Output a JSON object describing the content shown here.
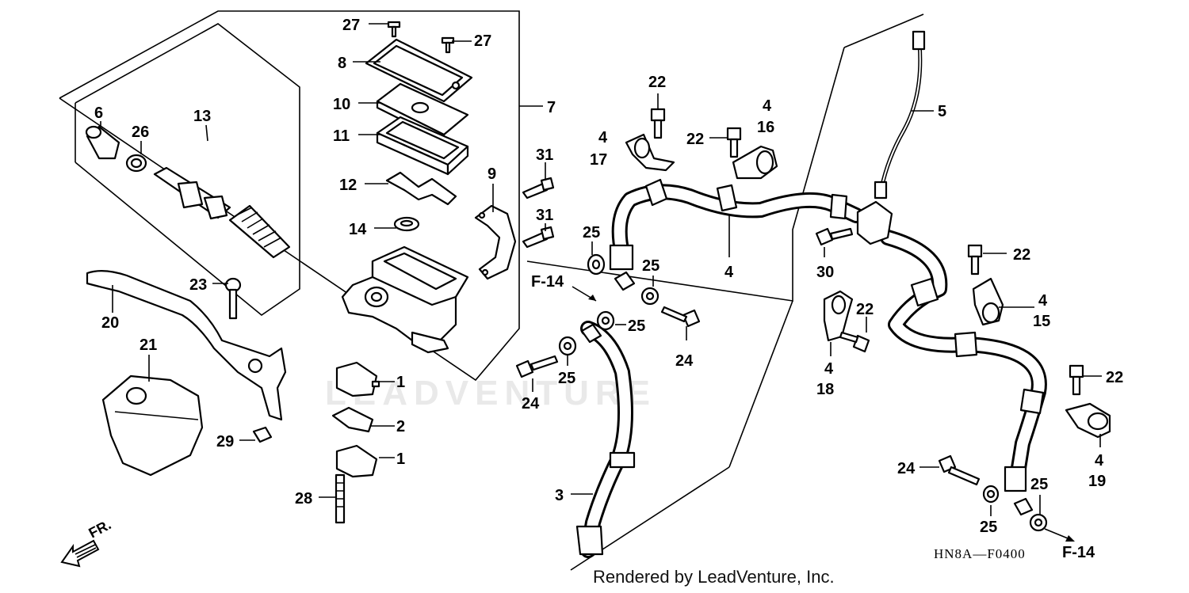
{
  "watermark": "LEADVENTURE",
  "footer": "Rendered by LeadVenture, Inc.",
  "diagram_code": "HN8A—F0400",
  "front_label": "FR.",
  "labels": {
    "l27a": "27",
    "l27b": "27",
    "l8": "8",
    "l10": "10",
    "l11": "11",
    "l12": "12",
    "l14": "14",
    "l9": "9",
    "l7": "7",
    "l13": "13",
    "l6": "6",
    "l26": "26",
    "l31a": "31",
    "l31b": "31",
    "l23": "23",
    "l20": "20",
    "l21": "21",
    "l29": "29",
    "l28": "28",
    "l1a": "1",
    "l2": "2",
    "l1b": "1",
    "f14a": "F-14",
    "f14b": "F-14",
    "l25a": "25",
    "l25b": "25",
    "l25c": "25",
    "l25d": "25",
    "l25e": "25",
    "l25f": "25",
    "l24a": "24",
    "l24b": "24",
    "l24c": "24",
    "l3": "3",
    "l4a": "4",
    "l17": "17",
    "l22a": "22",
    "l22b": "22",
    "l4b": "4",
    "l16": "16",
    "l4c": "4",
    "l5": "5",
    "l30": "30",
    "l22c": "22",
    "l4d": "4",
    "l18": "18",
    "l22d": "22",
    "l4e": "4",
    "l15": "15",
    "l22e": "22",
    "l4f": "4",
    "l19": "19"
  }
}
